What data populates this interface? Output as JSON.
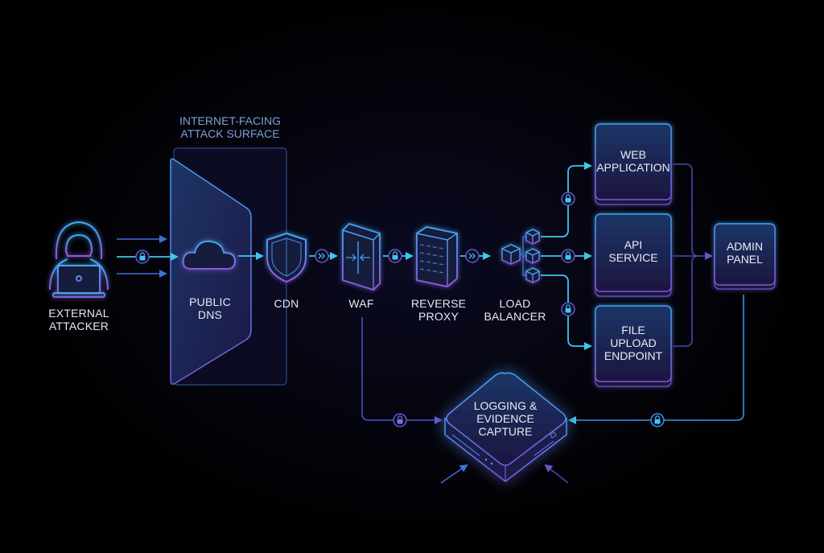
{
  "diagram": {
    "surface_title": "INTERNET-FACING\nATTACK SURFACE",
    "nodes": {
      "attacker": "EXTERNAL\nATTACKER",
      "dns": "PUBLIC\nDNS",
      "cdn": "CDN",
      "waf": "WAF",
      "proxy": "REVERSE\nPROXY",
      "lb": "LOAD\nBALANCER",
      "webapp": "WEB\nAPPLICATION",
      "api": "API\nSERVICE",
      "upload": "FILE\nUPLOAD\nENDPOINT",
      "admin": "ADMIN\nPANEL",
      "logging": "LOGGING &\nEVIDENCE\nCAPTURE"
    },
    "icons": {
      "attacker": "hooded-hacker-laptop-icon",
      "dns": "cloud-icon",
      "cdn": "shield-icon",
      "waf": "firewall-icon",
      "proxy": "server-rack-icon",
      "lb": "cube-cluster-icon",
      "connector_lock": "lock-icon",
      "connector_forward": "double-chevron-icon"
    },
    "colors": {
      "cyan": "#3ec6f0",
      "blue": "#3f7fe0",
      "purple": "#7a5ad8",
      "box_fill_top": "#1f3566",
      "box_fill_bottom": "#1a1640",
      "text": "#e6e8f0",
      "surface_title": "#7f9fd8"
    }
  }
}
